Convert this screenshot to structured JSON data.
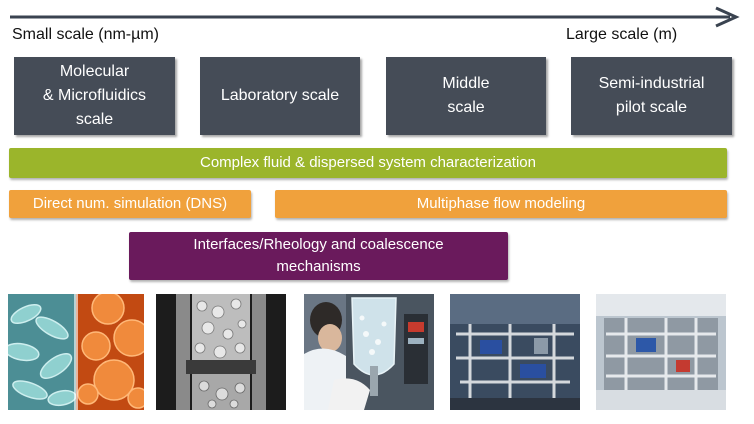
{
  "scale_axis": {
    "left_label": "Small scale (nm-µm)",
    "right_label": "Large scale (m)"
  },
  "stages": [
    {
      "label": "Molecular\n& Microfluidics\nscale"
    },
    {
      "label": "Laboratory scale"
    },
    {
      "label": "Middle\nscale"
    },
    {
      "label": "Semi-industrial\npilot scale"
    }
  ],
  "bars": {
    "fluid_characterization": "Complex fluid & dispersed system characterization",
    "dns": "Direct num. simulation (DNS)",
    "multiphase": "Multiphase flow modeling",
    "interfaces": "Interfaces/Rheology and coalescence\nmechanisms"
  },
  "colors": {
    "stage_box": "#454c57",
    "green_bar": "#9bb52b",
    "orange_bar": "#f0a13c",
    "purple_bar": "#6a1a5c",
    "arrow": "#3a4350"
  }
}
